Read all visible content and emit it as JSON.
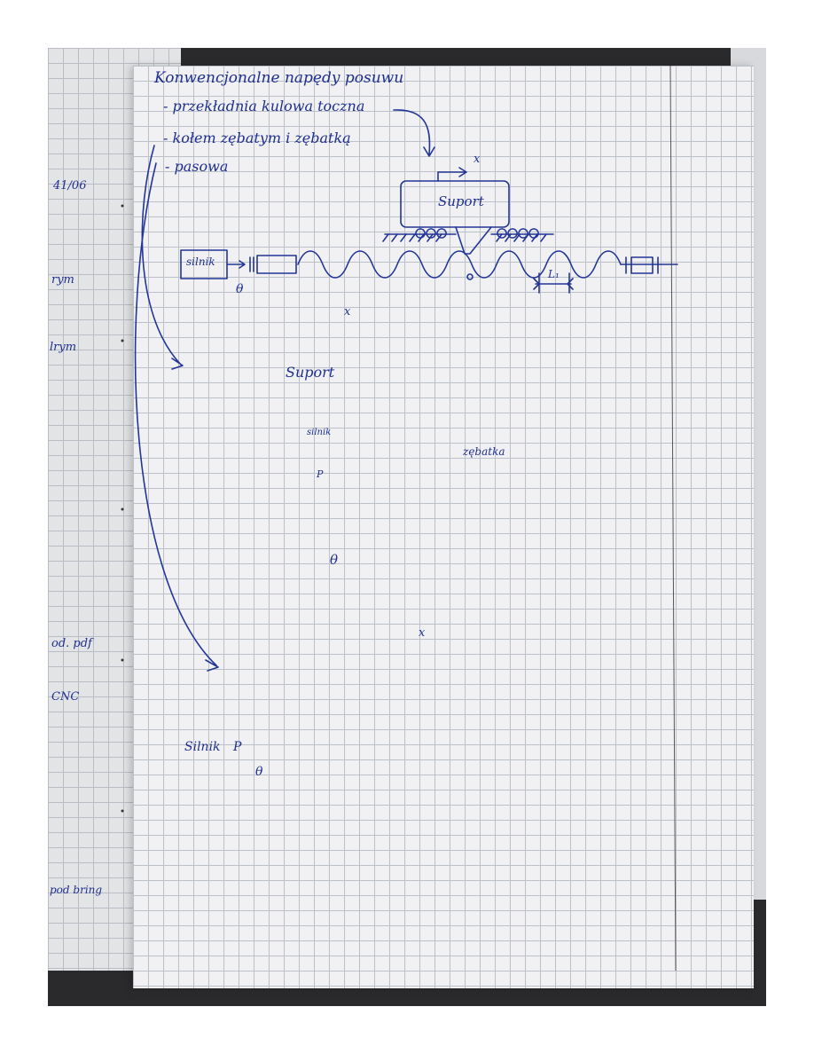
{
  "notes": {
    "heading": "Konwencjonalne napędy posuwu",
    "items": [
      "- przekładnia kulowa toczna",
      "- kołem zębatym i zębatką",
      "- pasowa"
    ]
  },
  "margin_fragments": [
    "41/06",
    "rym",
    "lrym",
    "od. pdf",
    "CNC",
    "pod bring"
  ],
  "diagram1": {
    "motor": "silnik",
    "theta": "θ",
    "carriage": "Suport",
    "x": "x",
    "lead": "L₁"
  },
  "diagram2": {
    "carriage": "Suport",
    "x": "x",
    "motor": "silnik",
    "p": "P",
    "rack": "zębatka",
    "theta": "θ"
  },
  "diagram3": {
    "x": "x",
    "motor": "Silnik",
    "p": "P",
    "theta": "θ"
  },
  "colors": {
    "ink": "#233596",
    "grid": "#bcc0c8",
    "paper": "#f1f1f3"
  }
}
